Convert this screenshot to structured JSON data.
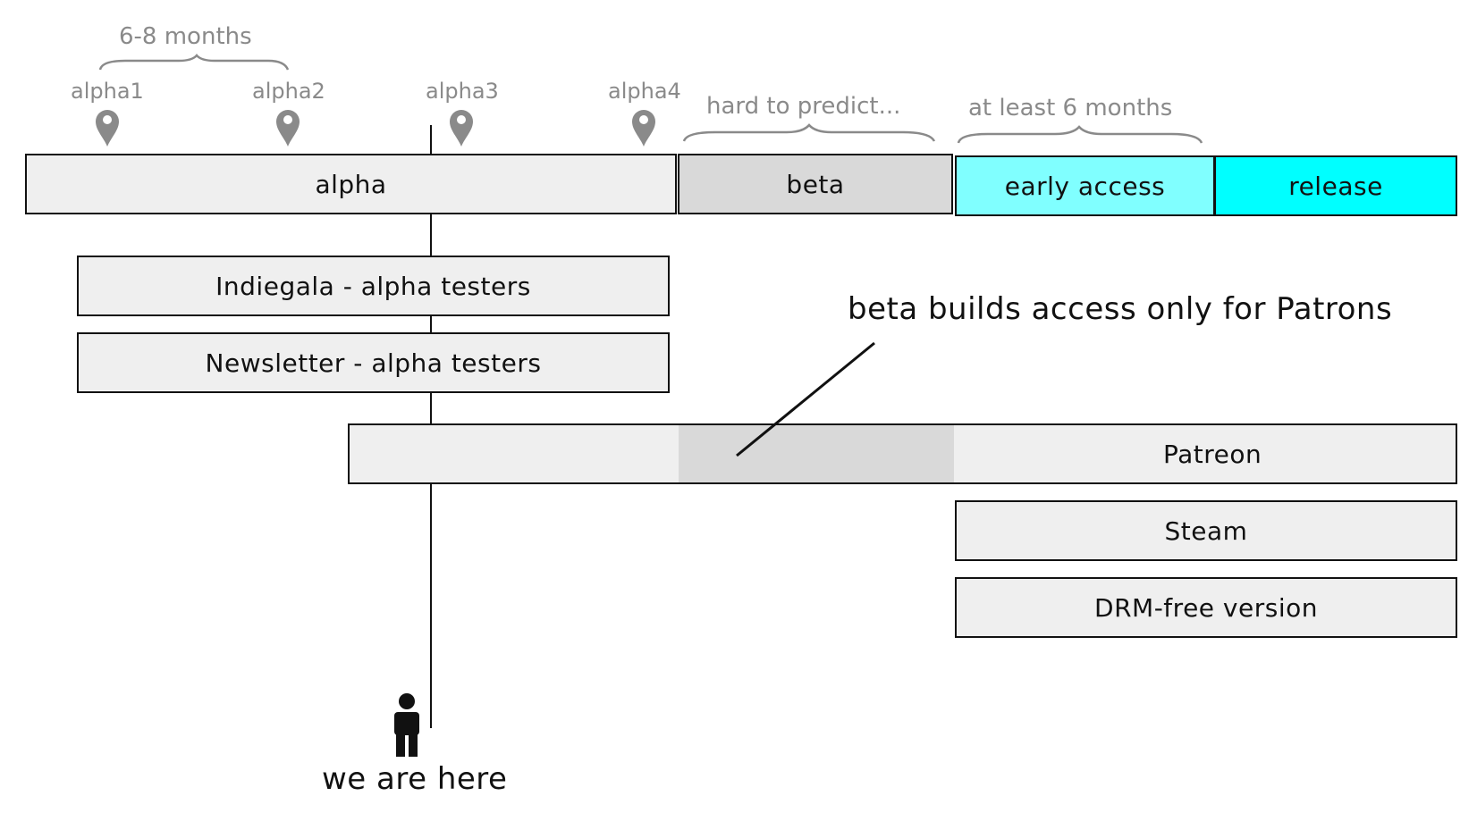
{
  "milestones": [
    {
      "label": "alpha1",
      "icon": "map-pin-icon"
    },
    {
      "label": "alpha2",
      "icon": "map-pin-icon"
    },
    {
      "label": "alpha3",
      "icon": "map-pin-icon"
    },
    {
      "label": "alpha4",
      "icon": "map-pin-icon"
    }
  ],
  "notes": {
    "alpha_interval": "6-8 months",
    "beta_duration": "hard to predict...",
    "early_access_duration": "at least 6 months"
  },
  "phases": {
    "alpha": "alpha",
    "beta": "beta",
    "early_access": "early access",
    "release": "release"
  },
  "channels": {
    "indiegala": "Indiegala - alpha testers",
    "newsletter": "Newsletter - alpha testers",
    "patreon": "Patreon",
    "steam": "Steam",
    "drm_free": "DRM-free version"
  },
  "annotation": "beta builds access only for Patrons",
  "current_marker": {
    "label": "we are here",
    "icon": "person-icon"
  },
  "colors": {
    "alpha_fill": "#efefef",
    "beta_fill": "#d9d9d9",
    "early_access_fill": "#80ffff",
    "release_fill": "#00ffff",
    "muted_text": "#8a8a8a"
  }
}
